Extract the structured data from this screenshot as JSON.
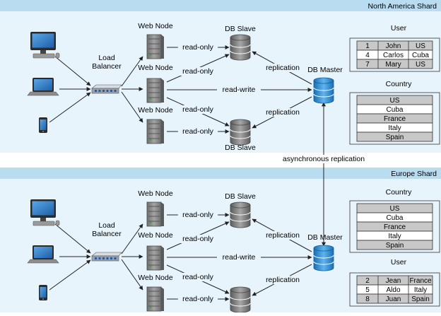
{
  "shards": [
    {
      "title": "North America Shard",
      "load_balancer": "Load\nBalancer",
      "web_node_label": "Web Node",
      "db_slave_label": "DB Slave",
      "db_master_label": "DB Master",
      "edge_labels": {
        "read_only": "read-only",
        "read_write": "read-write",
        "replication": "replication"
      },
      "tables": [
        {
          "title": "User",
          "columns": 3,
          "rows": [
            [
              "1",
              "John",
              "US"
            ],
            [
              "4",
              "Carlos",
              "Cuba"
            ],
            [
              "7",
              "Mary",
              "US"
            ]
          ]
        },
        {
          "title": "Country",
          "columns": 1,
          "rows": [
            [
              "US"
            ],
            [
              "Cuba"
            ],
            [
              "France"
            ],
            [
              "Italy"
            ],
            [
              "Spain"
            ]
          ]
        }
      ]
    },
    {
      "title": "Europe Shard",
      "load_balancer": "Load\nBalancer",
      "web_node_label": "Web Node",
      "db_slave_label": "DB Slave",
      "db_master_label": "DB Master",
      "edge_labels": {
        "read_only": "read-only",
        "read_write": "read-write",
        "replication": "replication"
      },
      "tables": [
        {
          "title": "Country",
          "columns": 1,
          "rows": [
            [
              "US"
            ],
            [
              "Cuba"
            ],
            [
              "France"
            ],
            [
              "Italy"
            ],
            [
              "Spain"
            ]
          ]
        },
        {
          "title": "User",
          "columns": 3,
          "rows": [
            [
              "2",
              "Jean",
              "France"
            ],
            [
              "5",
              "Aldo",
              "Italy"
            ],
            [
              "8",
              "Juan",
              "Spain"
            ]
          ]
        }
      ]
    }
  ],
  "inter_shard_label": "asynchronous replication",
  "colors": {
    "band_bg": "#e8f4fb",
    "header_bg": "#b9dcf0",
    "row_shaded": "#c8c8c8",
    "row_plain": "#ffffff",
    "db_blue": "#2a8fd6",
    "db_gray": "#7a7a7a",
    "server_gray": "#8a8a8a"
  },
  "icons": {
    "device_top": "desktop-icon",
    "device_mid": "laptop-icon",
    "device_bottom": "phone-icon",
    "balancer": "load-balancer-icon",
    "server": "server-icon",
    "database": "database-icon"
  }
}
